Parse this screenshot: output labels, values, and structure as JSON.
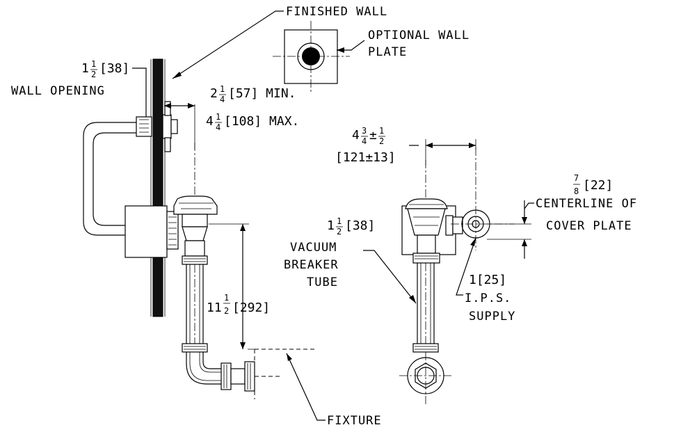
{
  "labels": {
    "finished_wall": "FINISHED WALL",
    "optional_wall_plate_1": "OPTIONAL WALL",
    "optional_wall_plate_2": "PLATE",
    "wall_opening_dim": "[38]",
    "wall_opening": "WALL OPENING",
    "min_dim": "[57] MIN.",
    "max_dim": "[108] MAX.",
    "offset_dim": "[121±13]",
    "cover_plate_dim": "[22]",
    "cover_plate_1": "CENTERLINE OF",
    "cover_plate_2": "COVER PLATE",
    "vb_dim": "[38]",
    "vb_1": "VACUUM",
    "vb_2": "BREAKER",
    "vb_3": "TUBE",
    "height_dim": "[292]",
    "supply_dim": "1[25]",
    "supply_1": "I.P.S.",
    "supply_2": "SUPPLY",
    "fixture": "FIXTURE"
  },
  "fractions": {
    "wall_opening": {
      "whole": "1",
      "num": "1",
      "den": "2"
    },
    "min": {
      "whole": "2",
      "num": "1",
      "den": "4"
    },
    "max": {
      "whole": "4",
      "num": "1",
      "den": "4"
    },
    "offset": {
      "whole": "4",
      "num": "3",
      "den": "4",
      "tol_num": "1",
      "tol_den": "2",
      "pm": "±"
    },
    "cover_plate": {
      "num": "7",
      "den": "8"
    },
    "vb": {
      "whole": "1",
      "num": "1",
      "den": "2"
    },
    "height": {
      "whole": "11",
      "num": "1",
      "den": "2"
    }
  }
}
